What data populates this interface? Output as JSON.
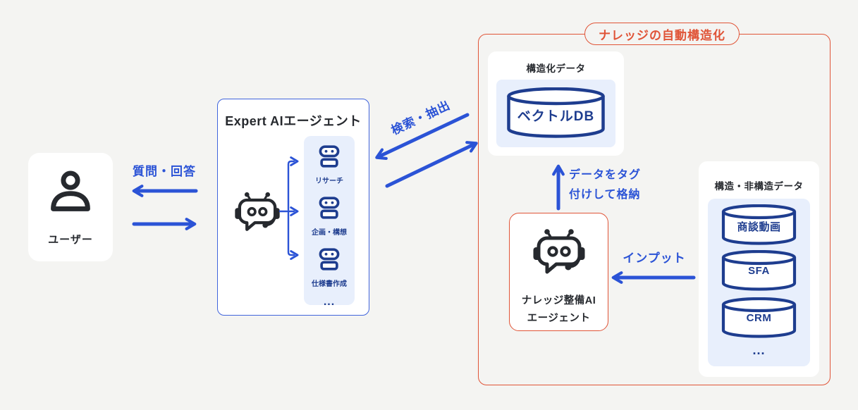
{
  "colors": {
    "accent_blue": "#2b53d6",
    "navy": "#1e3d8f",
    "accent_orange": "#e05437",
    "panel_blue": "#e8effc",
    "text_dark": "#26292e",
    "background": "#f4f4f2"
  },
  "user": {
    "label": "ユーザー"
  },
  "flows": {
    "question_answer": "質問・回答",
    "search_extract": "検索・抽出",
    "tag_store_line1": "データをタグ",
    "tag_store_line2": "付けして格納",
    "input": "インプット"
  },
  "expert": {
    "title": "Expert AIエージェント",
    "subagents": [
      {
        "label": "リサーチ"
      },
      {
        "label": "企画・構想"
      },
      {
        "label": "仕様書作成"
      }
    ],
    "more": "..."
  },
  "knowledge": {
    "title": "ナレッジの自動構造化",
    "structured": {
      "title": "構造化データ",
      "db_label": "ベクトルDB"
    },
    "agent": {
      "label_line1": "ナレッジ整備AI",
      "label_line2": "エージェント"
    },
    "sources": {
      "title": "構造・非構造データ",
      "items": [
        {
          "label": "商談動画"
        },
        {
          "label": "SFA"
        },
        {
          "label": "CRM"
        }
      ],
      "more": "..."
    }
  }
}
